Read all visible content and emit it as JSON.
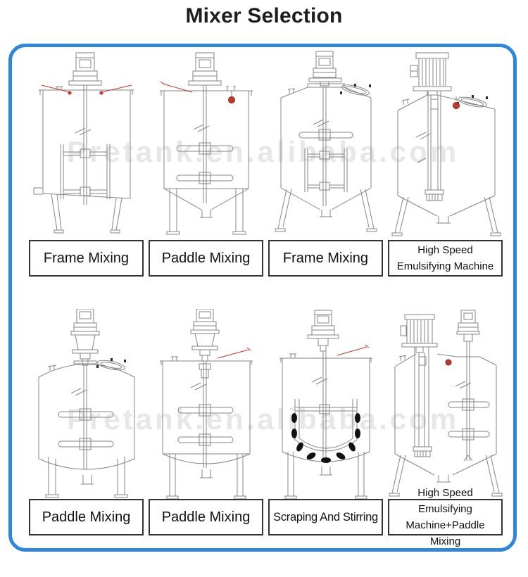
{
  "title": "Mixer Selection",
  "watermark": {
    "text": "Pretank.en.alibaba.com"
  },
  "colors": {
    "frame_border": "#2e86de",
    "drawing_line": "#858585",
    "marker_red": "#c0392b",
    "label_border": "#333333"
  },
  "cells": [
    {
      "name": "frame-mixing-1",
      "line1": "Frame Mixing",
      "line2": ""
    },
    {
      "name": "paddle-mixing-1",
      "line1": "Paddle Mixing",
      "line2": ""
    },
    {
      "name": "frame-mixing-2",
      "line1": "Frame Mixing",
      "line2": ""
    },
    {
      "name": "high-speed-emulsifying-machine",
      "line1": "High Speed",
      "line2": "Emulsifying Machine"
    },
    {
      "name": "paddle-mixing-2",
      "line1": "Paddle Mixing",
      "line2": ""
    },
    {
      "name": "paddle-mixing-3",
      "line1": "Paddle Mixing",
      "line2": ""
    },
    {
      "name": "scraping-and-stirring",
      "line1": "Scraping And Stirring",
      "line2": ""
    },
    {
      "name": "high-speed-emulsifying-plus-paddle",
      "line1": "High Speed Emulsifying",
      "line2": "Machine+Paddle Mixing"
    }
  ]
}
